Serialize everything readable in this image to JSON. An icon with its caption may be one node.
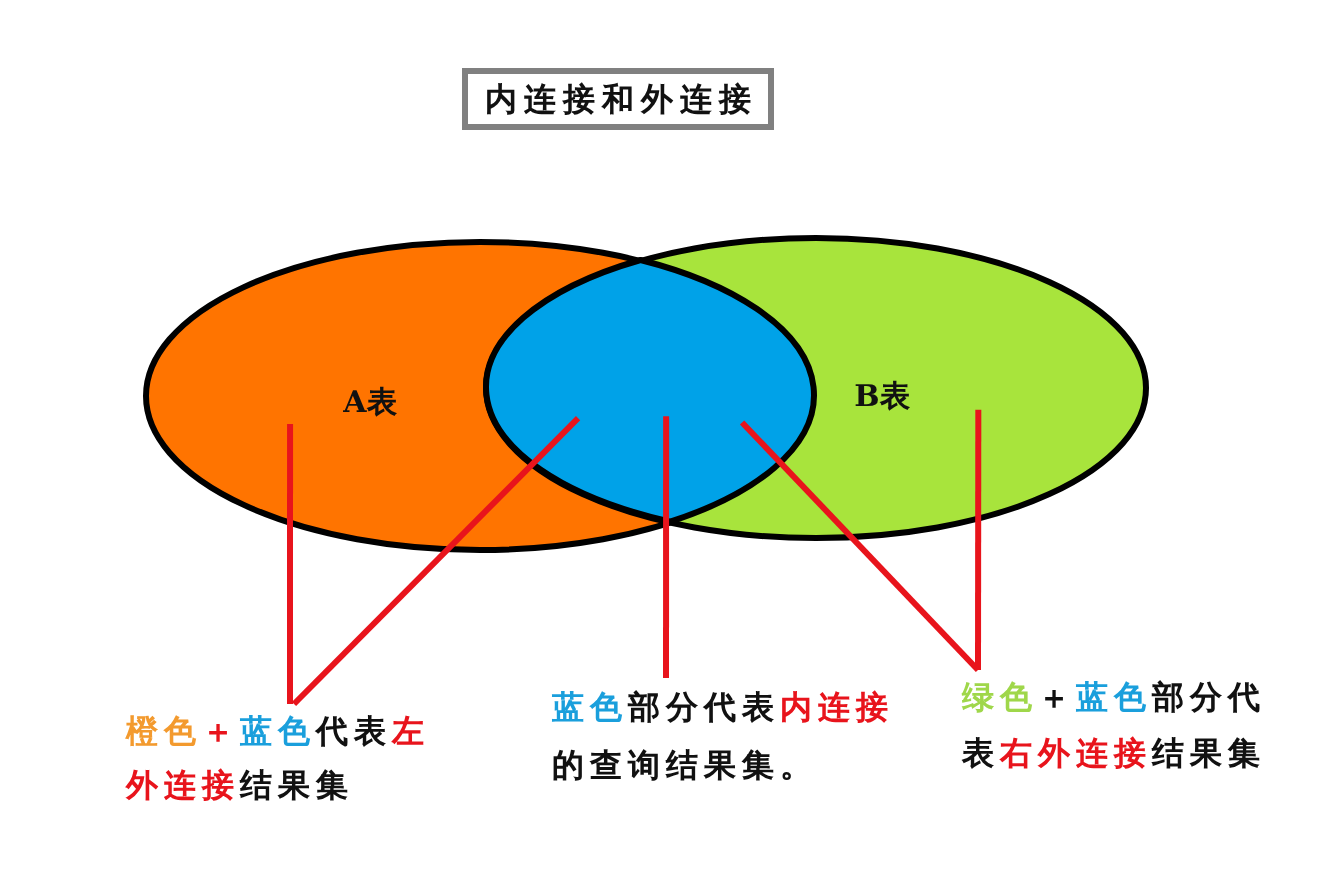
{
  "diagram": {
    "title": "内连接和外连接",
    "nodes": [
      {
        "text": [
          "A表"
        ]
      },
      {
        "text": [],
        "shape": "lens"
      },
      {
        "text": [
          "B表"
        ]
      },
      {
        "text": [
          "橙色＋蓝色代表左外连接结果集"
        ]
      },
      {
        "text": [
          "蓝色部分代表内连接的查询结果集。"
        ]
      },
      {
        "text": [
          "绿色＋蓝色部分代表右外连接结果集"
        ]
      }
    ],
    "edges": [
      {
        "from": 3,
        "to": 0,
        "arrow": "none"
      },
      {
        "from": 3,
        "to": 1,
        "arrow": "none"
      },
      {
        "from": 4,
        "to": 1,
        "arrow": "none"
      },
      {
        "from": 5,
        "to": 1,
        "arrow": "none"
      },
      {
        "from": 5,
        "to": 2,
        "arrow": "none"
      }
    ]
  }
}
